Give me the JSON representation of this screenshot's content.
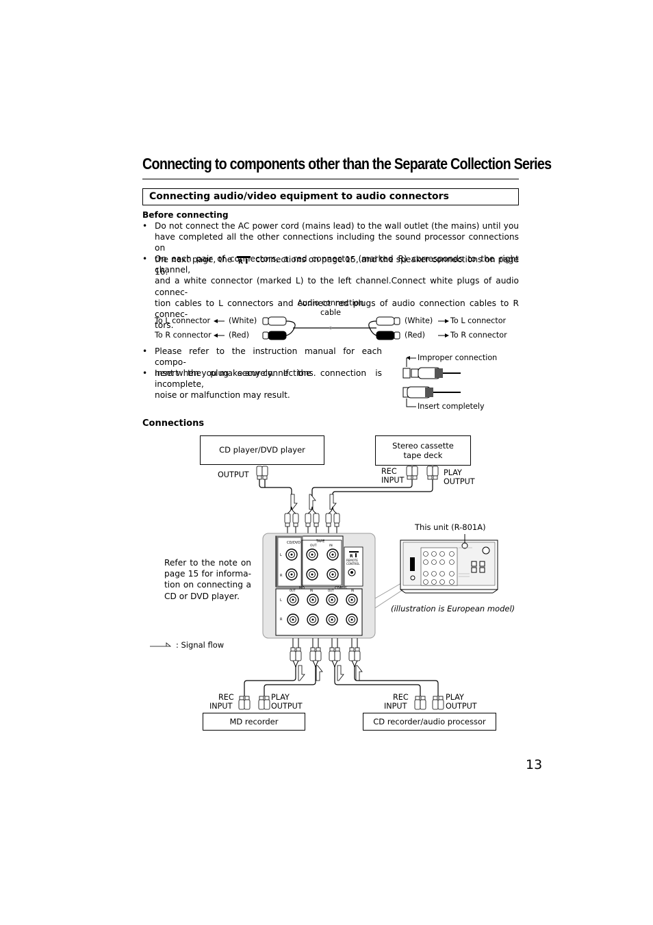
{
  "page": {
    "title": "Connecting to components other than the Separate Collection Series",
    "section_title": "Connecting audio/video equipment to audio connectors",
    "page_number": "13"
  },
  "before": {
    "heading": "Before connecting",
    "b1_l1": "Do not connect the AC power cord (mains lead) to the wall outlet (the mains) until you",
    "b1_l2": "have completed all the other connections including the sound processor connections on",
    "b1_l3a": "the next page, the",
    "b1_l3b": "connections on page 15, and the speaker connections on page 16.",
    "b2_l1": "On each pair of connectors, a red connector (marked R) corresponds to the right channel,",
    "b2_l2": "and a white connector (marked L) to the left channel.Connect white plugs of audio connec-",
    "b2_l3": "tion cables to L connectors and connect red plugs of audio connection cables to R connec-",
    "b2_l4": "tors."
  },
  "cable_diagram": {
    "cable_label_1": "Audio connection",
    "cable_label_2": "cable",
    "to_l_left": "To L connector",
    "white_left": "(White)",
    "to_r_left": "To R connector",
    "red_left": "(Red)",
    "white_right": "(White)",
    "to_l_right": "To L connector",
    "red_right": "(Red)",
    "to_r_right": "To R connector"
  },
  "tips": {
    "b3_l1": "Please refer to the instruction manual for each compo-",
    "b3_l2": "nent when you make any connections.",
    "b4_l1": "Insert the plug securely. If the connection is incomplete,",
    "b4_l2": "noise or malfunction may result.",
    "improper": "Improper connection",
    "insert": "Insert completely"
  },
  "connections": {
    "heading": "Connections",
    "cd_dvd_box": "CD player/DVD player",
    "tape_box_1": "Stereo cassette",
    "tape_box_2": "tape deck",
    "output": "OUTPUT",
    "rec": "REC",
    "input": "INPUT",
    "play": "PLAY",
    "output2": "OUTPUT",
    "this_unit": "This unit (R-801A)",
    "illustration_note": "(illustration is European model)",
    "note_l1": "Refer to the note on",
    "note_l2": "page 15 for informa-",
    "note_l3": "tion on connecting a",
    "note_l4": "CD or DVD player.",
    "signal_flow": ": Signal flow",
    "md_rec": "REC",
    "md_input": "INPUT",
    "md_play": "PLAY",
    "md_output": "OUTPUT",
    "md_box": "MD recorder",
    "cdr_rec": "REC",
    "cdr_input": "INPUT",
    "cdr_play": "PLAY",
    "cdr_output": "OUTPUT",
    "cdr_box": "CD recorder/audio processor",
    "panel_cd_dvd": "CD/DVD",
    "panel_tape": "TAPE",
    "panel_out": "OUT",
    "panel_in": "IN",
    "panel_md": "MD",
    "panel_cdr_pc": "CDR/PC",
    "panel_remote_1": "REMOTE",
    "panel_remote_2": "CONTROL",
    "panel_l": "L",
    "panel_r": "R"
  }
}
